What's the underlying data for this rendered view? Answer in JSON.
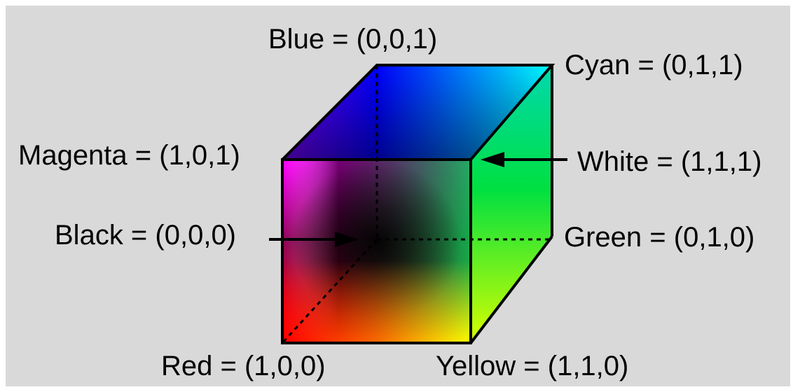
{
  "labels": {
    "blue": "Blue = (0,0,1)",
    "cyan": "Cyan = (0,1,1)",
    "magenta": "Magenta = (1,0,1)",
    "white": "White = (1,1,1)",
    "black": "Black = (0,0,0)",
    "green": "Green = (0,1,0)",
    "red": "Red = (1,0,0)",
    "yellow": "Yellow = (1,1,0)"
  },
  "colors": {
    "background": "#d9d9d9",
    "black": "#000000",
    "red": "#ff0000",
    "green": "#00ff00",
    "blue": "#0000ff",
    "yellow": "#ffff00",
    "cyan": "#00ffff",
    "magenta": "#ff00ff",
    "white": "#ffffff",
    "edge": "#000000"
  }
}
